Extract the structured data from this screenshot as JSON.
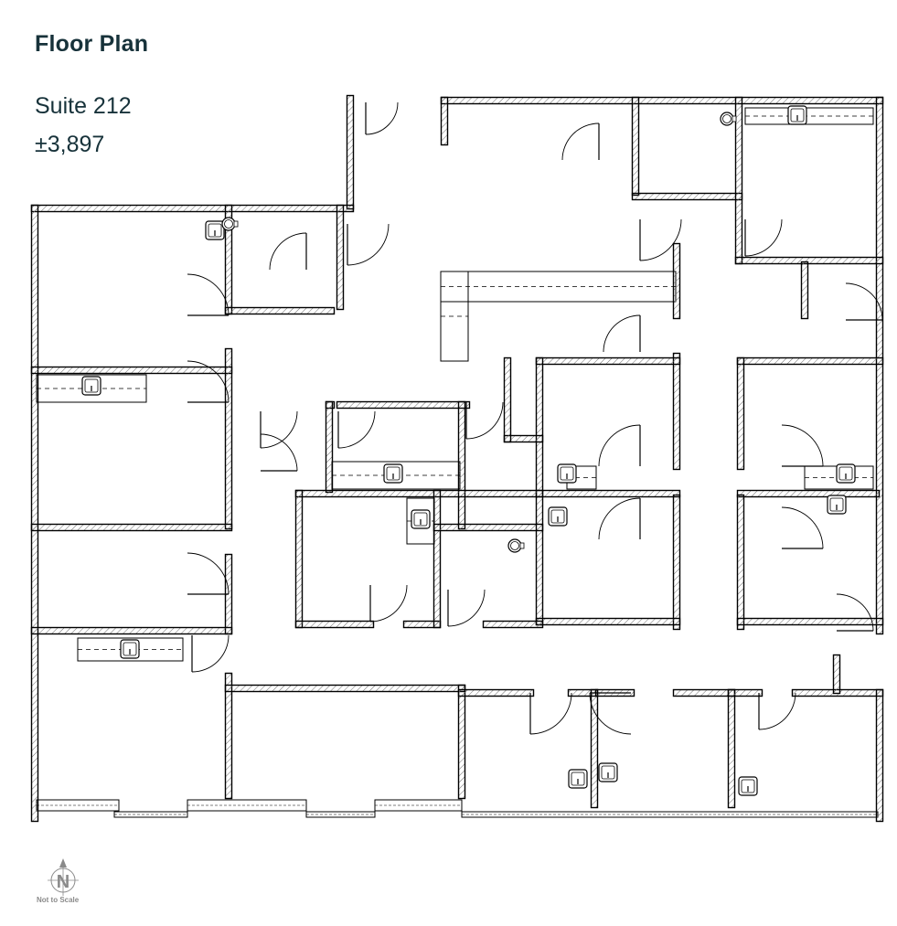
{
  "header": {
    "title": "Floor Plan",
    "suite": "Suite 212",
    "area": "±3,897"
  },
  "legend": {
    "north_label": "N",
    "scale_note": "Not to Scale"
  },
  "colors": {
    "title_text": "#17323a",
    "wall": "#000000",
    "hatch": "#6f6f6f",
    "compass": "#8a8a8a"
  },
  "plan": {
    "walls": [
      [
        383,
        108,
        383,
        225
      ],
      [
        486,
        110,
        962,
        110
      ],
      [
        486,
        110,
        486,
        155
      ],
      [
        962,
        110,
        962,
        690
      ],
      [
        38,
        228,
        383,
        228
      ],
      [
        38,
        228,
        38,
        895
      ],
      [
        250,
        228,
        250,
        340
      ],
      [
        250,
        340,
        362,
        340
      ],
      [
        372,
        228,
        372,
        335
      ],
      [
        38,
        405,
        250,
        405
      ],
      [
        250,
        385,
        250,
        575
      ],
      [
        38,
        577,
        250,
        577
      ],
      [
        250,
        610,
        250,
        690
      ],
      [
        38,
        690,
        250,
        690
      ],
      [
        250,
        740,
        250,
        870
      ],
      [
        695,
        110,
        695,
        210
      ],
      [
        695,
        215,
        808,
        215
      ],
      [
        808,
        110,
        808,
        285
      ],
      [
        808,
        285,
        962,
        285
      ],
      [
        740,
        270,
        740,
        345
      ],
      [
        740,
        390,
        740,
        510
      ],
      [
        740,
        545,
        740,
        685
      ],
      [
        880,
        290,
        880,
        345
      ],
      [
        810,
        395,
        962,
        395
      ],
      [
        810,
        395,
        810,
        510
      ],
      [
        810,
        540,
        958,
        540
      ],
      [
        810,
        545,
        810,
        685
      ],
      [
        590,
        395,
        740,
        395
      ],
      [
        590,
        395,
        590,
        680
      ],
      [
        590,
        540,
        740,
        540
      ],
      [
        590,
        680,
        740,
        680
      ],
      [
        810,
        680,
        962,
        680
      ],
      [
        360,
        443,
        362,
        443
      ],
      [
        360,
        443,
        360,
        535
      ],
      [
        372,
        443,
        510,
        443
      ],
      [
        505,
        443,
        505,
        575
      ],
      [
        327,
        540,
        590,
        540
      ],
      [
        327,
        540,
        327,
        683
      ],
      [
        327,
        683,
        405,
        683
      ],
      [
        445,
        683,
        478,
        683
      ],
      [
        478,
        540,
        478,
        683
      ],
      [
        478,
        577,
        590,
        577
      ],
      [
        532,
        683,
        590,
        683
      ],
      [
        555,
        480,
        590,
        480
      ],
      [
        555,
        395,
        555,
        480
      ],
      [
        250,
        753,
        505,
        753
      ],
      [
        505,
        753,
        505,
        870
      ],
      [
        505,
        758,
        580,
        758
      ],
      [
        625,
        758,
        650,
        758
      ],
      [
        650,
        758,
        650,
        880
      ],
      [
        655,
        758,
        690,
        758
      ],
      [
        740,
        758,
        800,
        758
      ],
      [
        800,
        758,
        800,
        880
      ],
      [
        800,
        758,
        830,
        758
      ],
      [
        870,
        758,
        962,
        758
      ],
      [
        962,
        758,
        962,
        895
      ],
      [
        915,
        720,
        915,
        755
      ]
    ],
    "doors": [
      [
        400,
        112,
        35,
        0,
        90
      ],
      [
        205,
        345,
        45,
        -90,
        0
      ],
      [
        205,
        440,
        45,
        -90,
        0
      ],
      [
        205,
        650,
        45,
        -90,
        0
      ],
      [
        210,
        695,
        40,
        0,
        90
      ],
      [
        380,
        245,
        45,
        0,
        90
      ],
      [
        335,
        295,
        40,
        180,
        270
      ],
      [
        655,
        175,
        40,
        180,
        270
      ],
      [
        700,
        240,
        45,
        0,
        90
      ],
      [
        700,
        385,
        40,
        180,
        270
      ],
      [
        925,
        350,
        40,
        -90,
        0
      ],
      [
        815,
        240,
        40,
        0,
        90
      ],
      [
        855,
        510,
        45,
        -90,
        0
      ],
      [
        700,
        510,
        45,
        180,
        270
      ],
      [
        700,
        590,
        45,
        180,
        270
      ],
      [
        855,
        600,
        45,
        -90,
        0
      ],
      [
        285,
        450,
        40,
        0,
        90
      ],
      [
        285,
        515,
        40,
        -90,
        0
      ],
      [
        370,
        450,
        40,
        0,
        90
      ],
      [
        510,
        440,
        40,
        0,
        90
      ],
      [
        405,
        640,
        40,
        0,
        90
      ],
      [
        490,
        645,
        40,
        0,
        90
      ],
      [
        580,
        758,
        45,
        0,
        90
      ],
      [
        690,
        758,
        45,
        90,
        180
      ],
      [
        830,
        758,
        40,
        0,
        90
      ],
      [
        915,
        690,
        40,
        -90,
        0
      ]
    ],
    "sinks": [
      [
        235,
        252
      ],
      [
        100,
        422
      ],
      [
        430,
        518
      ],
      [
        460,
        568
      ],
      [
        620,
        518
      ],
      [
        610,
        565
      ],
      [
        925,
        518
      ],
      [
        915,
        552
      ],
      [
        142,
        710
      ],
      [
        632,
        852
      ],
      [
        665,
        845
      ],
      [
        818,
        860
      ],
      [
        872,
        126
      ]
    ],
    "toilets": [
      [
        250,
        245
      ],
      [
        563,
        597
      ],
      [
        795,
        130
      ]
    ],
    "counters": [
      [
        482,
        297,
        257,
        33
      ],
      [
        482,
        297,
        30,
        98
      ],
      [
        363,
        505,
        140,
        30
      ],
      [
        40,
        410,
        120,
        30
      ],
      [
        85,
        698,
        115,
        25
      ],
      [
        815,
        118,
        140,
        18
      ],
      [
        620,
        510,
        32,
        25
      ],
      [
        880,
        510,
        75,
        25
      ],
      [
        445,
        545,
        30,
        50
      ]
    ],
    "windows": [
      [
        40,
        875,
        90,
        12
      ],
      [
        205,
        875,
        130,
        12
      ],
      [
        410,
        875,
        95,
        12
      ],
      [
        125,
        888,
        80,
        6
      ],
      [
        335,
        888,
        75,
        6
      ],
      [
        505,
        888,
        455,
        6
      ]
    ]
  }
}
